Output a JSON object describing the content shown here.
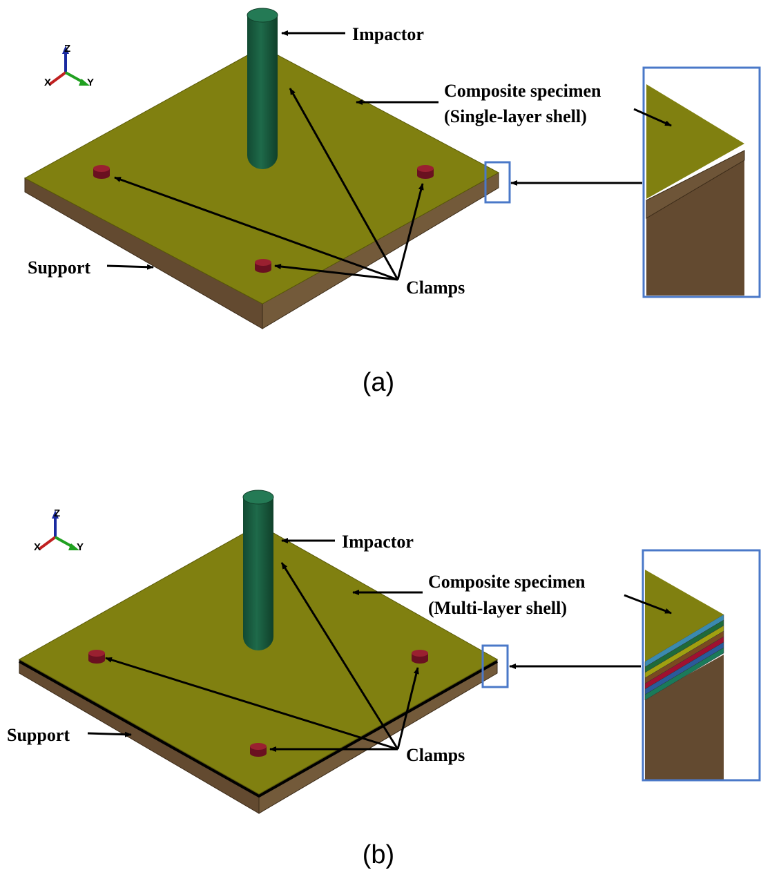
{
  "panels": [
    {
      "caption": "(a)",
      "impactor_label": "Impactor",
      "specimen_label_1": "Composite specimen",
      "specimen_label_2": "(Single-layer shell)",
      "clamps_label": "Clamps",
      "support_label": "Support",
      "axes": {
        "x": "X",
        "y": "Y",
        "z": "Z"
      }
    },
    {
      "caption": "(b)",
      "impactor_label": "Impactor",
      "specimen_label_1": "Composite specimen",
      "specimen_label_2": "(Multi-layer shell)",
      "clamps_label": "Clamps",
      "support_label": "Support",
      "axes": {
        "x": "X",
        "y": "Y",
        "z": "Z"
      }
    }
  ],
  "colors": {
    "specimen": "#808010",
    "support": "#634a30",
    "impactor": "#1e6a4a",
    "clamp": "#8b1a28",
    "inset_border": "#4a78c8",
    "layers": [
      "#3a8ab0",
      "#1e6a3a",
      "#a0a010",
      "#7a4a20",
      "#a01030",
      "#2a5a9a",
      "#1a7a5a"
    ]
  }
}
